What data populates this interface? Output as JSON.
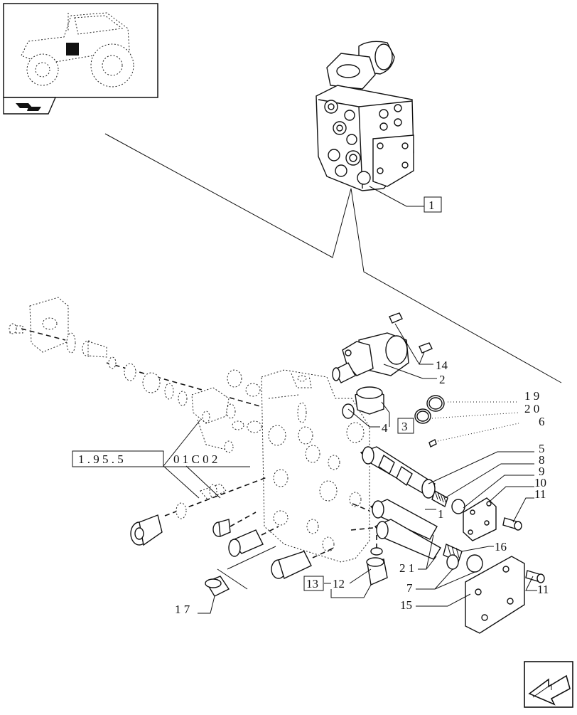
{
  "thumbnail": {
    "alt": "tractor-location-thumbnail"
  },
  "callouts": {
    "c1": "1",
    "c2": "2",
    "c3": "3",
    "c4": "4",
    "c5": "5",
    "c6": "6",
    "c7": "7",
    "c8": "8",
    "c9": "9",
    "c10": "10",
    "c11a": "11",
    "c11b": "11",
    "c12": "12",
    "c13": "13",
    "c14": "14",
    "c15": "15",
    "c16": "16",
    "c17": "1 7",
    "c19": "1 9",
    "c20": "2 0",
    "c21": "2 1",
    "c1b": "1"
  },
  "reference": {
    "left": "1 . 9 5 . 5",
    "right": "0 1 C   0 2"
  }
}
